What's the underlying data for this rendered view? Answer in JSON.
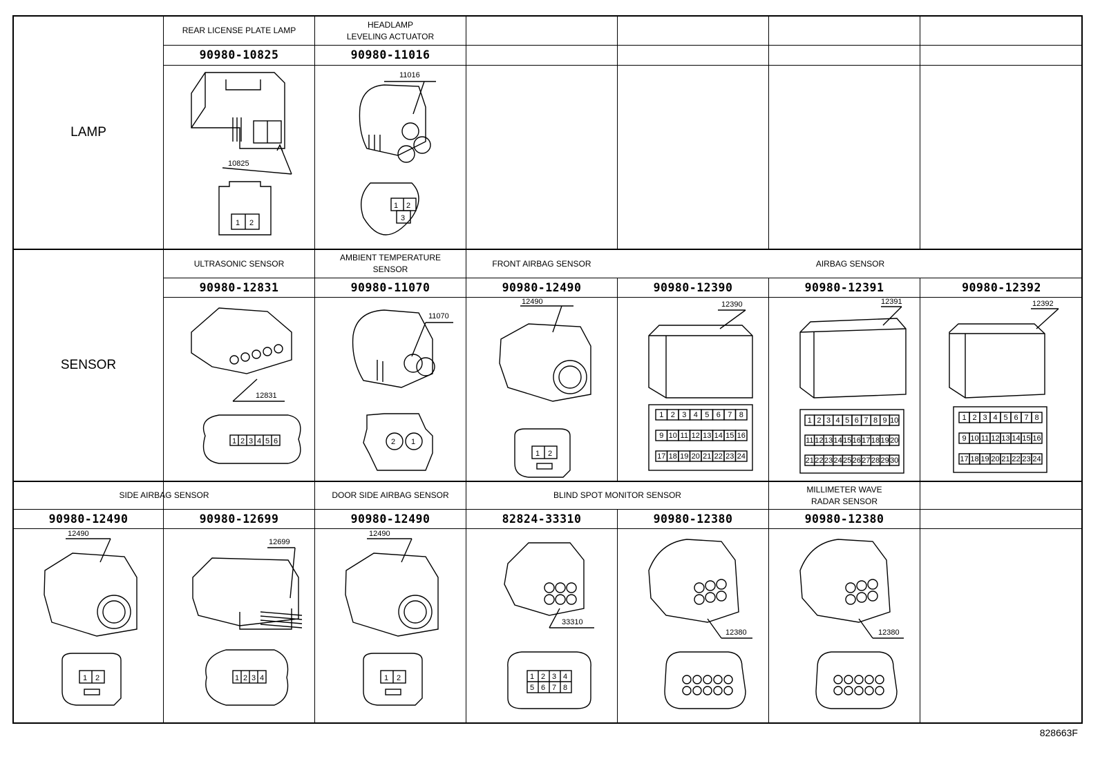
{
  "categories": {
    "lamp": "LAMP",
    "sensor": "SENSOR"
  },
  "lamp_row": [
    {
      "title": "REAR LICENSE PLATE LAMP",
      "part": "90980-10825",
      "callout": "10825",
      "pins": [
        "1",
        "2"
      ]
    },
    {
      "title_lines": [
        "HEADLAMP",
        "LEVELING ACTUATOR"
      ],
      "part": "90980-11016",
      "callout": "11016",
      "pins": [
        "1",
        "2",
        "3"
      ]
    }
  ],
  "sensor_row": [
    {
      "title": "ULTRASONIC SENSOR",
      "part": "90980-12831",
      "callout": "12831",
      "pins": [
        "1",
        "2",
        "3",
        "4",
        "5",
        "6"
      ]
    },
    {
      "title_lines": [
        "AMBIENT TEMPERATURE",
        "SENSOR"
      ],
      "part": "90980-11070",
      "callout": "11070",
      "pins": [
        "2",
        "1"
      ]
    },
    {
      "title": "FRONT AIRBAG SENSOR",
      "part": "90980-12490",
      "callout": "12490",
      "pins": [
        "1",
        "2"
      ]
    },
    {
      "part": "90980-12390",
      "callout": "12390"
    },
    {
      "part": "90980-12391",
      "callout": "12391"
    },
    {
      "part": "90980-12392",
      "callout": "12392"
    }
  ],
  "airbag_sensor_title": "AIRBAG SENSOR",
  "bottom_row": [
    {
      "part": "90980-12490",
      "callout": "12490",
      "pins": [
        "1",
        "2"
      ]
    },
    {
      "part": "90980-12699",
      "callout": "12699",
      "pins": [
        "1",
        "2",
        "3",
        "4"
      ]
    },
    {
      "title": "DOOR SIDE AIRBAG SENSOR",
      "part": "90980-12490",
      "callout": "12490",
      "pins": [
        "1",
        "2"
      ]
    },
    {
      "part": "82824-33310",
      "callout": "33310",
      "pins": [
        "1",
        "2",
        "3",
        "4",
        "5",
        "6",
        "7",
        "8"
      ]
    },
    {
      "part": "90980-12380",
      "callout": "12380"
    },
    {
      "title_lines": [
        "MILLIMETER WAVE",
        "RADAR SENSOR"
      ],
      "part": "90980-12380",
      "callout": "12380"
    }
  ],
  "side_airbag_title": "SIDE AIRBAG SENSOR",
  "blind_spot_title": "BLIND SPOT MONITOR SENSOR",
  "pin_grids": {
    "g12390": [
      "1",
      "2",
      "3",
      "4",
      "5",
      "6",
      "7",
      "8",
      "9",
      "10",
      "11",
      "12",
      "13",
      "14",
      "15",
      "16",
      "17",
      "18",
      "19",
      "20",
      "21",
      "22",
      "23",
      "24"
    ],
    "g12391": [
      "1",
      "2",
      "3",
      "4",
      "5",
      "6",
      "7",
      "8",
      "9",
      "10",
      "11",
      "12",
      "13",
      "14",
      "15",
      "16",
      "17",
      "18",
      "19",
      "20",
      "21",
      "22",
      "23",
      "24",
      "25",
      "26",
      "27",
      "28",
      "29",
      "30"
    ],
    "g12392": [
      "1",
      "2",
      "3",
      "4",
      "5",
      "6",
      "7",
      "8",
      "9",
      "10",
      "11",
      "12",
      "13",
      "14",
      "15",
      "16",
      "17",
      "18",
      "19",
      "20",
      "21",
      "22",
      "23",
      "24"
    ]
  },
  "drawing_code": "828663F"
}
